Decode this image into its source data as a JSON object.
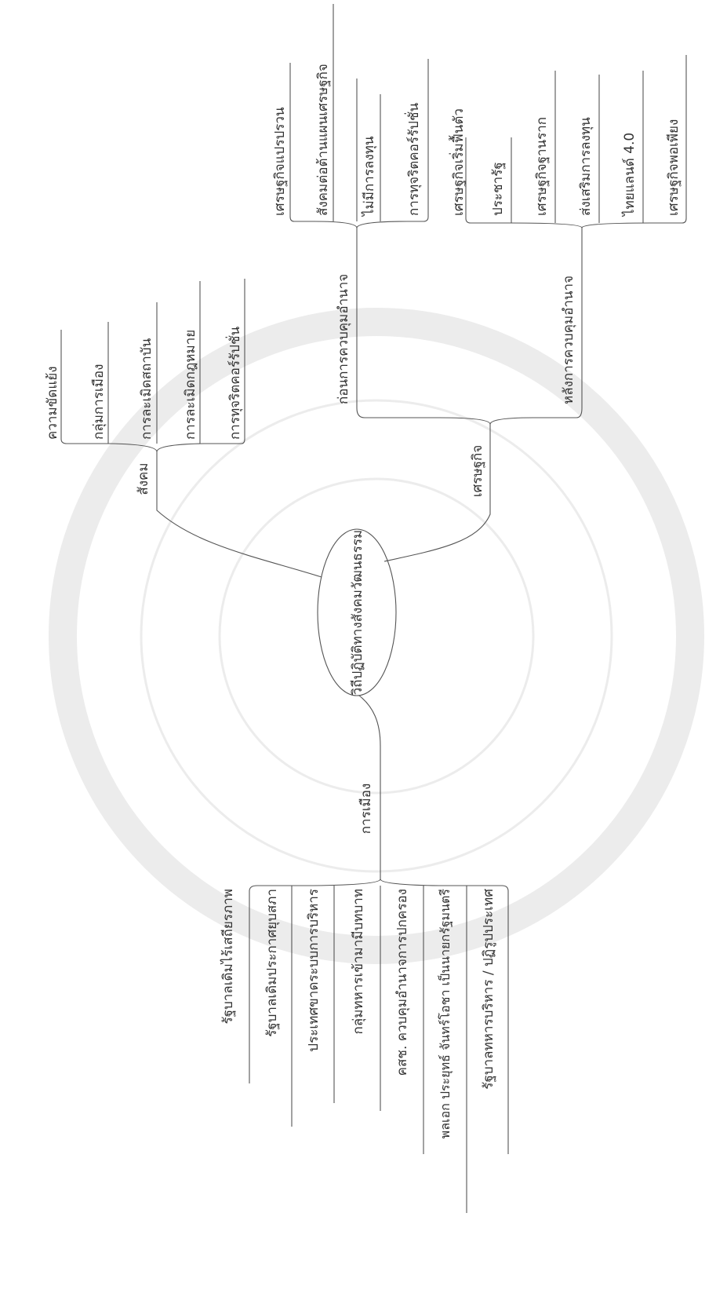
{
  "center": {
    "label": "วิถีปฏิบัติทางสังคมวัฒนธรรม"
  },
  "branches": {
    "social": {
      "label": "สังคม",
      "items": [
        "ความขัดแย้ง",
        "กลุ่มการเมือง",
        "การละเมิดสถาบัน",
        "การละเมิดกฎหมาย",
        "การทุจริตคอร์รัปชั่น"
      ]
    },
    "economy": {
      "label": "เศรษฐกิจ",
      "before": {
        "label": "ก่อนการควบคุมอำนาจ",
        "items": [
          "เศรษฐกิจแปรปรวน",
          "สังคมต่อต้านแผนเศรษฐกิจ",
          "ไม่มีการลงทุน",
          "การทุจริตคอร์รัปชั่น",
          "เศรษฐกิจเริ่มฟื้นตัว"
        ]
      },
      "after": {
        "label": "หลังการควบคุมอำนาจ",
        "items": [
          "ประชารัฐ",
          "เศรษฐกิจฐานราก",
          "ส่งเสริมการลงทุน",
          "ไทยแลนด์ 4.0",
          "เศรษฐกิจพอเพียง"
        ]
      }
    },
    "politics": {
      "label": "การเมือง",
      "items": [
        "รัฐบาลเดิมไร้เสถียรภาพ",
        "รัฐบาลเดิมประกาศยุบสภา",
        "ประเทศขาดระบบการบริหาร",
        "กลุ่มทหารเข้ามามีบทบาท",
        "คสช. ควบคุมอำนาจการปกครอง",
        "พลเอก ประยุทธ์ จันทร์โอชา เป็นนายกรัฐมนตรี",
        "รัฐบาลทหารบริหาร / ปฏิรูปประเทศ"
      ]
    }
  }
}
